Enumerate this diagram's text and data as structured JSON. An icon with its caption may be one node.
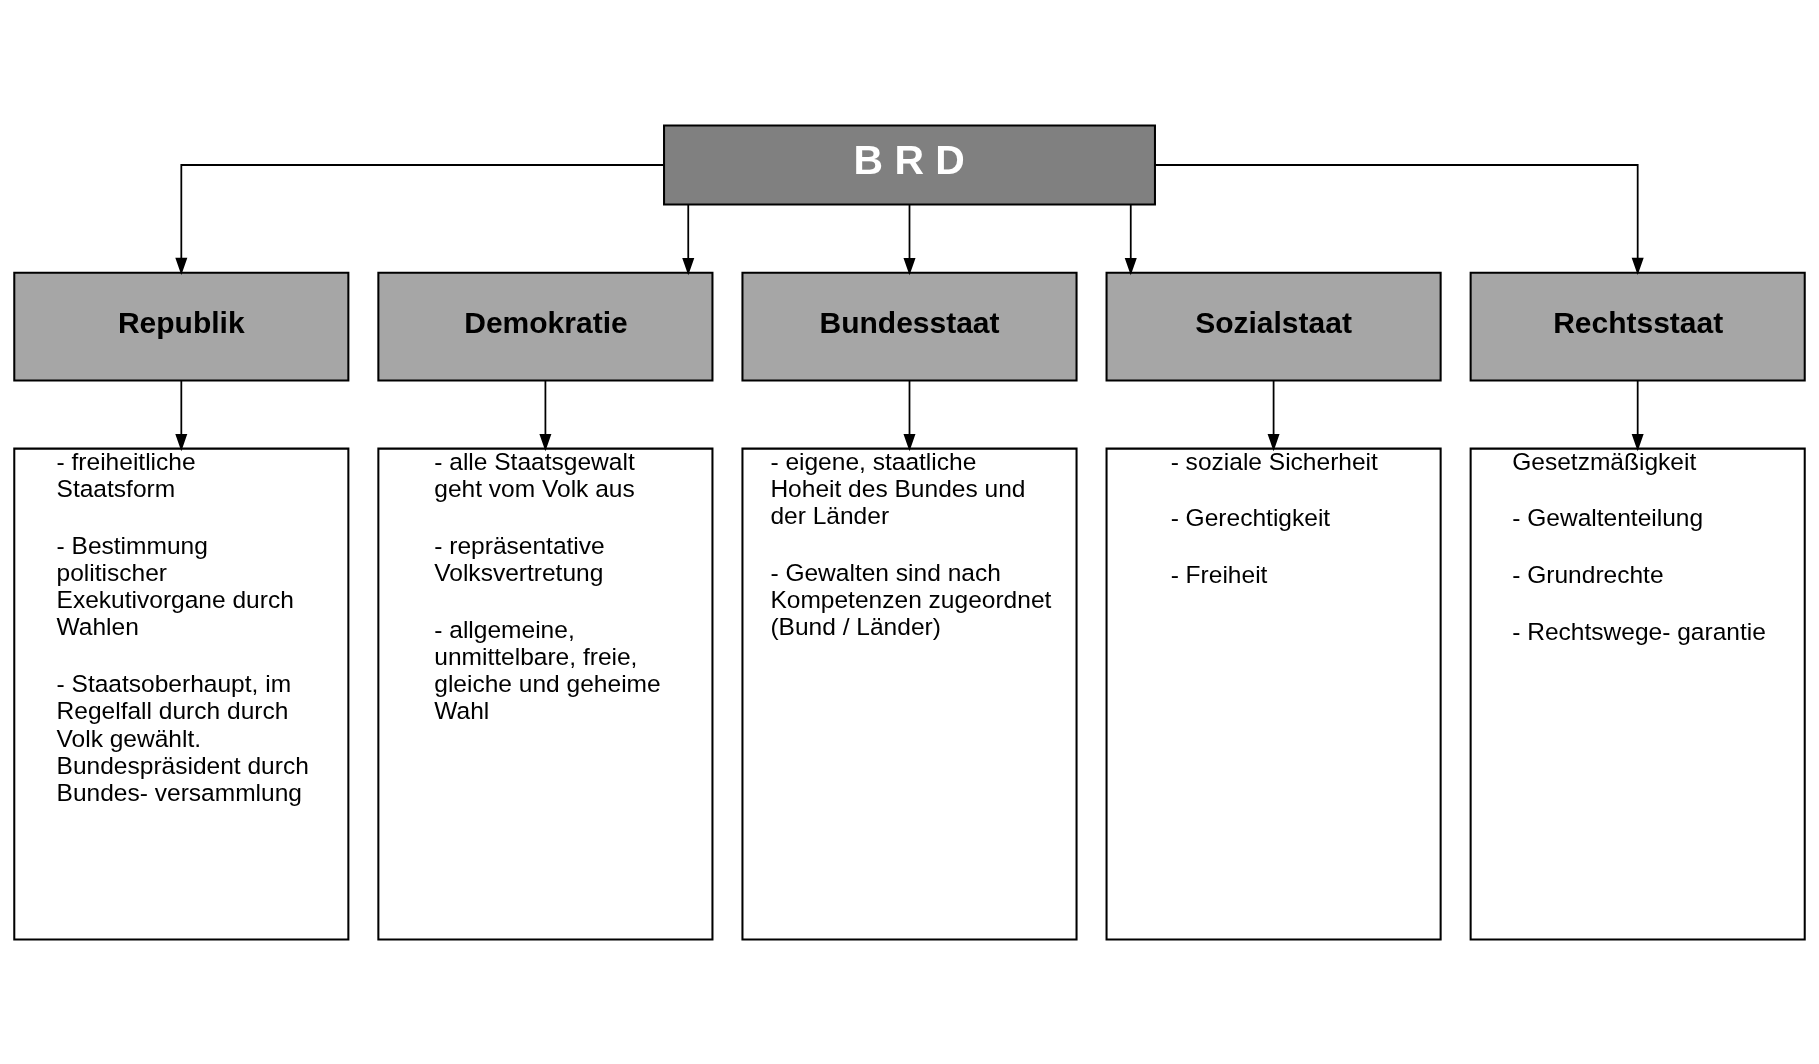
{
  "diagram": {
    "nodes": [
      {
        "text": [
          "B R D"
        ]
      },
      {
        "text": [
          "Republik"
        ]
      },
      {
        "text": [
          "Demokratie"
        ]
      },
      {
        "text": [
          "Bundesstaat"
        ]
      },
      {
        "text": [
          "Sozialstaat"
        ]
      },
      {
        "text": [
          "Rechtsstaat"
        ]
      },
      {
        "text": [
          "- freiheitliche Staatsform",
          "- Bestimmung politischer Exekutivorgane durch Wahlen",
          "- Staatsoberhaupt, im Regelfall durch durch Volk gewählt. Bundespräsident durch Bundes- versammlung"
        ]
      },
      {
        "text": [
          "- alle Staatsgewalt geht vom Volk aus",
          "- repräsentative Volksvertretung",
          "- allgemeine, unmittelbare, freie, gleiche und geheime Wahl"
        ]
      },
      {
        "text": [
          "- eigene, staatliche Hoheit des Bundes und der Länder",
          "- Gewalten sind nach Kompetenzen zugeordnet (Bund / Länder)"
        ]
      },
      {
        "text": [
          "- soziale Sicherheit",
          "- Gerechtigkeit",
          "- Freiheit"
        ]
      },
      {
        "text": [
          "Gesetzmäßigkeit",
          "- Gewaltenteilung",
          "- Grundrechte",
          "- Rechtswege- garantie"
        ]
      }
    ],
    "edges": [
      {
        "from": 0,
        "to": 1,
        "arrow": "to"
      },
      {
        "from": 0,
        "to": 2,
        "arrow": "to"
      },
      {
        "from": 0,
        "to": 3,
        "arrow": "to"
      },
      {
        "from": 0,
        "to": 4,
        "arrow": "to"
      },
      {
        "from": 0,
        "to": 5,
        "arrow": "to"
      },
      {
        "from": 1,
        "to": 6,
        "arrow": "to"
      },
      {
        "from": 2,
        "to": 7,
        "arrow": "to"
      },
      {
        "from": 3,
        "to": 8,
        "arrow": "to"
      },
      {
        "from": 4,
        "to": 9,
        "arrow": "to"
      },
      {
        "from": 5,
        "to": 10,
        "arrow": "to"
      }
    ]
  }
}
